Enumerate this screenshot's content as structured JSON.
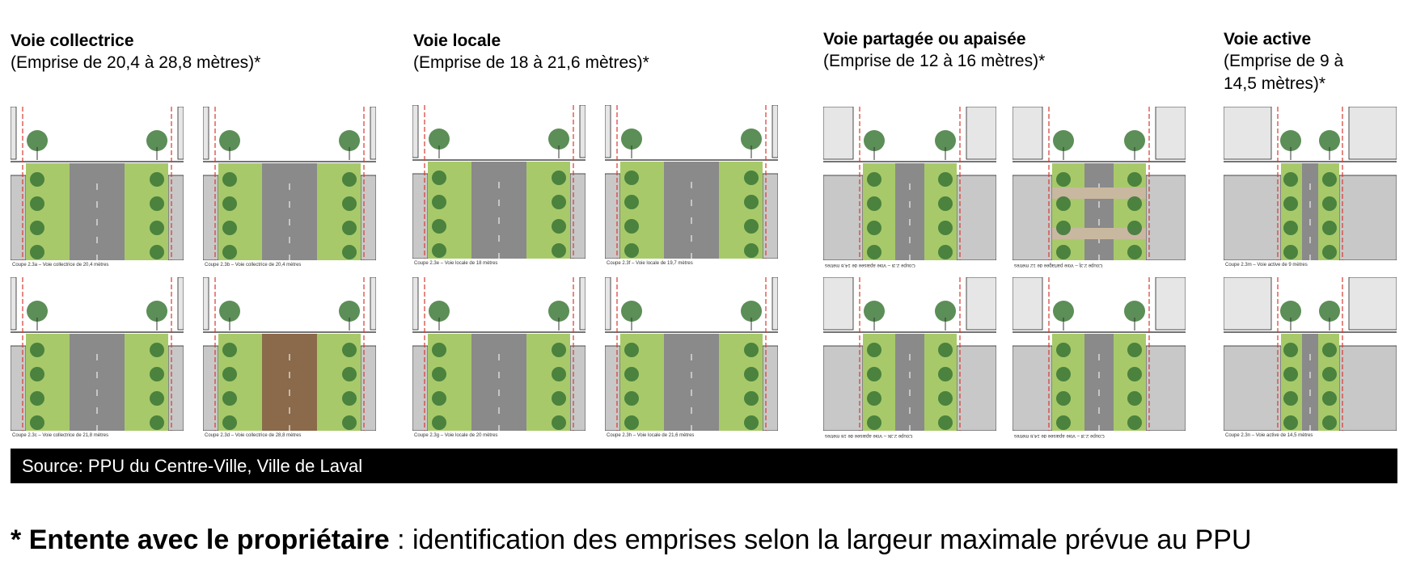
{
  "columns": [
    {
      "title": "Voie collectrice",
      "subtitle_lines": [
        "(Emprise de 20,4 à 28,8 mètres)*"
      ],
      "captions": [
        "Coupe 2.3a – Voie collectrice de 20,4 mètres",
        "Coupe 2.3b – Voie collectrice de 20,4 mètres",
        "Coupe 2.3c – Voie collectrice de 21,8 mètres",
        "Coupe 2.3d – Voie collectrice de 28,8 mètres"
      ]
    },
    {
      "title": "Voie locale",
      "subtitle_lines": [
        "(Emprise de 18 à 21,6 mètres)*"
      ],
      "captions": [
        "Coupe 2.3e – Voie locale de 18 mètres",
        "Coupe 2.3f – Voie locale de 19,7 mètres",
        "Coupe 2.3g – Voie locale de 20 mètres",
        "Coupe 2.3h – Voie locale de 21,6 mètres"
      ]
    },
    {
      "title": "Voie partagée ou apaisée",
      "subtitle_lines": [
        "(Emprise de 12 à 16 mètres)*"
      ],
      "captions": [
        "Coupe 2.3i – Voie apaisée de 14,6 mètres",
        "Coupe 2.3j – Voie partagée de 12 mètres",
        "Coupe 2.3k – Voie apaisée de 16 mètres",
        "Coupe 2.3l – Voie apaisée de 14,6 mètres"
      ]
    },
    {
      "title": "Voie active",
      "subtitle_lines": [
        "(Emprise de 9 à",
        "14,5 mètres)*"
      ],
      "captions": [
        "Coupe 2.3m – Voie active de 9 mètres",
        "Coupe 2.3n – Voie active de 14,5 mètres"
      ]
    }
  ],
  "source": "Source: PPU du Centre-Ville, Ville de Laval",
  "footnote": {
    "star": "*",
    "bold": "Entente avec le propriétaire",
    "rest": " : identification des emprises selon la largeur maximale prévue au PPU"
  },
  "colors": {
    "green": "#a8c96a",
    "road": "#8a8a8a",
    "building": "#c8c8c8",
    "tree": "#3f7a3a",
    "red_line": "#d63a2f",
    "brown": "#8a6a4a"
  }
}
